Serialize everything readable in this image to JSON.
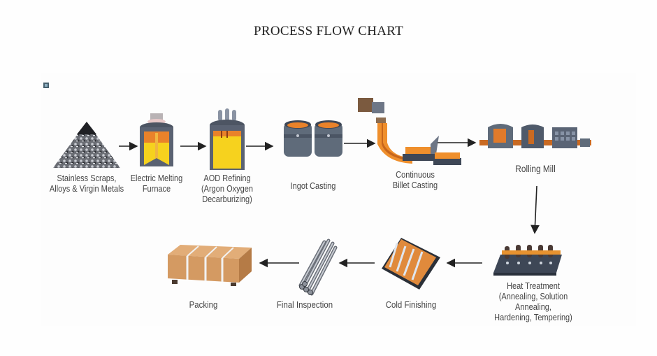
{
  "title": "PROCESS FLOW CHART",
  "steps": [
    {
      "id": "stainless-scraps",
      "label": "Stainless Scraps,\nAlloys & Virgin Metals",
      "icon": "scrap-pile-icon"
    },
    {
      "id": "electric-melting-furnace",
      "label": "Electric Melting\nFurnace",
      "icon": "furnace-icon"
    },
    {
      "id": "aod-refining",
      "label": "AOD Refining\n(Argon Oxygen\nDecarburizing)",
      "icon": "aod-converter-icon"
    },
    {
      "id": "ingot-casting",
      "label": "Ingot Casting",
      "icon": "ingot-molds-icon"
    },
    {
      "id": "continuous-billet-casting",
      "label": "Continuous\nBillet Casting",
      "icon": "billet-caster-icon"
    },
    {
      "id": "rolling-mill",
      "label": "Rolling Mill",
      "icon": "rolling-mill-icon"
    },
    {
      "id": "heat-treatment",
      "label": "Heat Treatment\n(Annealing, Solution Annealing,\nHardening, Tempering)",
      "icon": "heat-treatment-icon"
    },
    {
      "id": "cold-finishing",
      "label": "Cold Finishing",
      "icon": "cold-finishing-icon"
    },
    {
      "id": "final-inspection",
      "label": "Final Inspection",
      "icon": "bar-bundle-icon"
    },
    {
      "id": "packing",
      "label": "Packing",
      "icon": "crate-icon"
    }
  ],
  "flow": [
    [
      "stainless-scraps",
      "electric-melting-furnace"
    ],
    [
      "electric-melting-furnace",
      "aod-refining"
    ],
    [
      "aod-refining",
      "ingot-casting"
    ],
    [
      "ingot-casting",
      "continuous-billet-casting"
    ],
    [
      "continuous-billet-casting",
      "rolling-mill"
    ],
    [
      "rolling-mill",
      "heat-treatment"
    ],
    [
      "heat-treatment",
      "cold-finishing"
    ],
    [
      "cold-finishing",
      "final-inspection"
    ],
    [
      "final-inspection",
      "packing"
    ]
  ],
  "colors": {
    "molten": "#f6d21e",
    "orange": "#e9822a",
    "steel": "#5f6b7a",
    "steel_dark": "#3e4756",
    "cardboard": "#d49a62",
    "text": "#444444",
    "arrow": "#222222"
  }
}
